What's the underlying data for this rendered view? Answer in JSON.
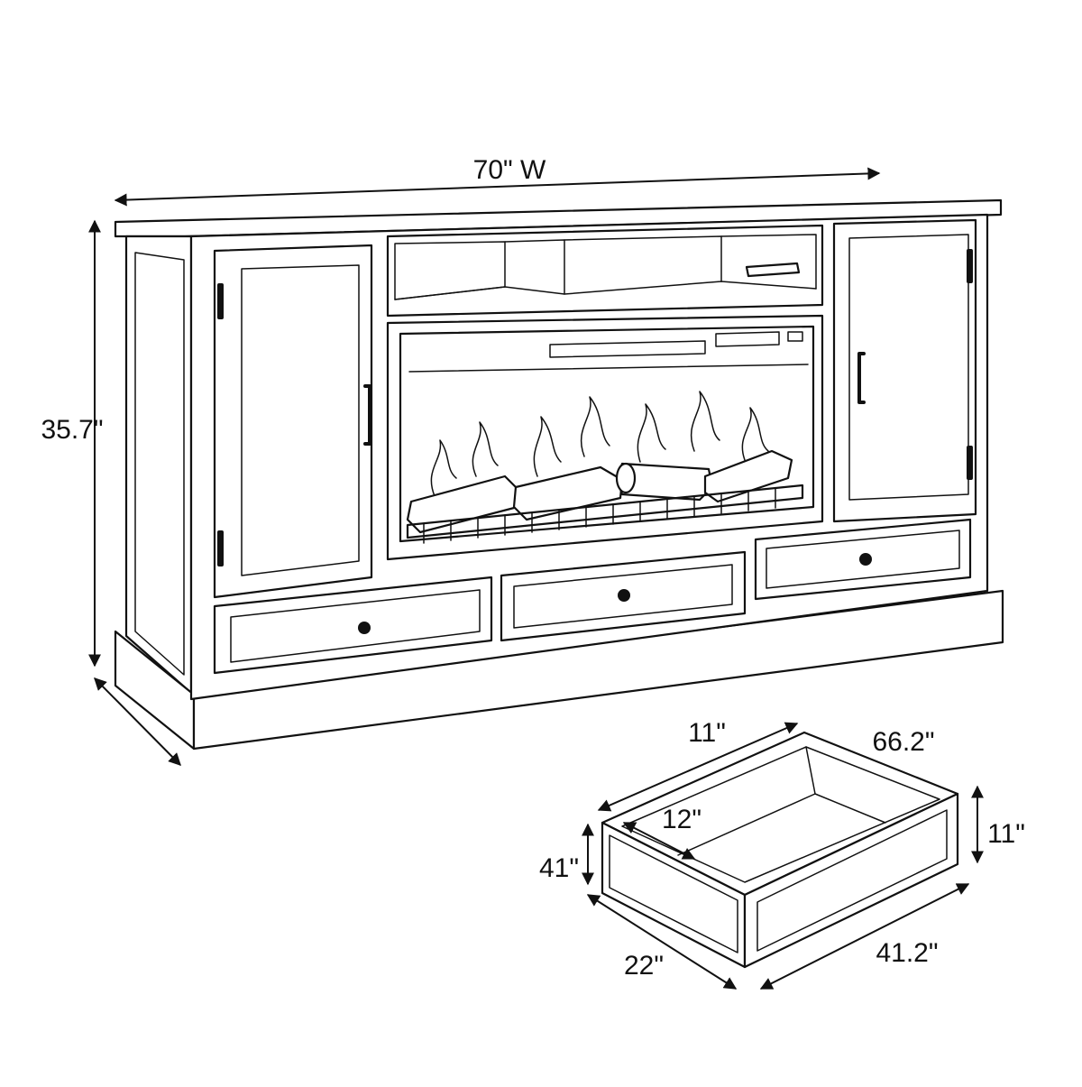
{
  "dimensions": {
    "width": "70\" W",
    "height": "35.7\"",
    "drawer_top_left": "11\"",
    "drawer_top_right": "66.2\"",
    "drawer_inner": "12\"",
    "drawer_front_height": "41\"",
    "drawer_side_height": "11\"",
    "drawer_depth": "22\"",
    "drawer_width": "41.2\""
  },
  "colors": {
    "line": "#111111",
    "background": "#ffffff"
  }
}
